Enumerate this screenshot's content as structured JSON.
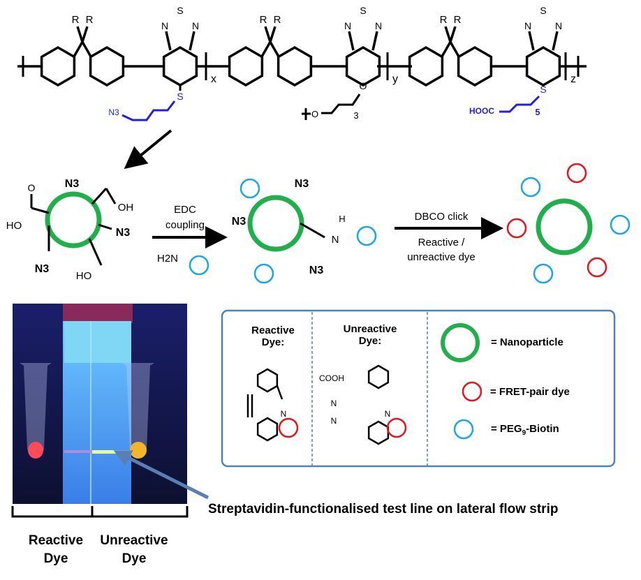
{
  "polymer": {
    "substituent": "R",
    "heteroatom_s": "S",
    "heteroatom_n": "N",
    "oxygen": "O",
    "repeat_x": "x",
    "repeat_y": "y",
    "repeat_z": "z",
    "azide": "N3",
    "peg_repeat": "3",
    "acid": "HOOC",
    "alkyl_repeat": "5"
  },
  "scheme": {
    "azide": "N3",
    "acid_oh": "OH",
    "acid_ho": "HO",
    "amide_h": "H",
    "amide_n": "N",
    "amine": "H2N",
    "step1_label_1": "EDC",
    "step1_label_2": "coupling",
    "step2_label_1": "DBCO click",
    "step2_label_2": "Reactive /",
    "step2_label_3": "unreactive dye"
  },
  "legend": {
    "reactive_title_1": "Reactive",
    "reactive_title_2": "Dye:",
    "unreactive_title_1": "Unreactive",
    "unreactive_title_2": "Dye:",
    "cooh": "COOH",
    "n": "N",
    "nanoparticle": "= Nanoparticle",
    "fret": "= FRET-pair dye",
    "peg_biotin": "= PEG",
    "peg_sub": "9",
    "biotin": "-Biotin"
  },
  "photo": {
    "caption": "Streptavidin-functionalised test line on lateral flow strip",
    "label_reactive_1": "Reactive",
    "label_reactive_2": "Dye",
    "label_unreactive_1": "Unreactive",
    "label_unreactive_2": "Dye"
  },
  "colors": {
    "nanoparticle": "#1fb04b",
    "fret": "#e8141c",
    "biotin": "#17a9e1",
    "blue": "#1f1fe8",
    "box": "#4f81bd"
  }
}
